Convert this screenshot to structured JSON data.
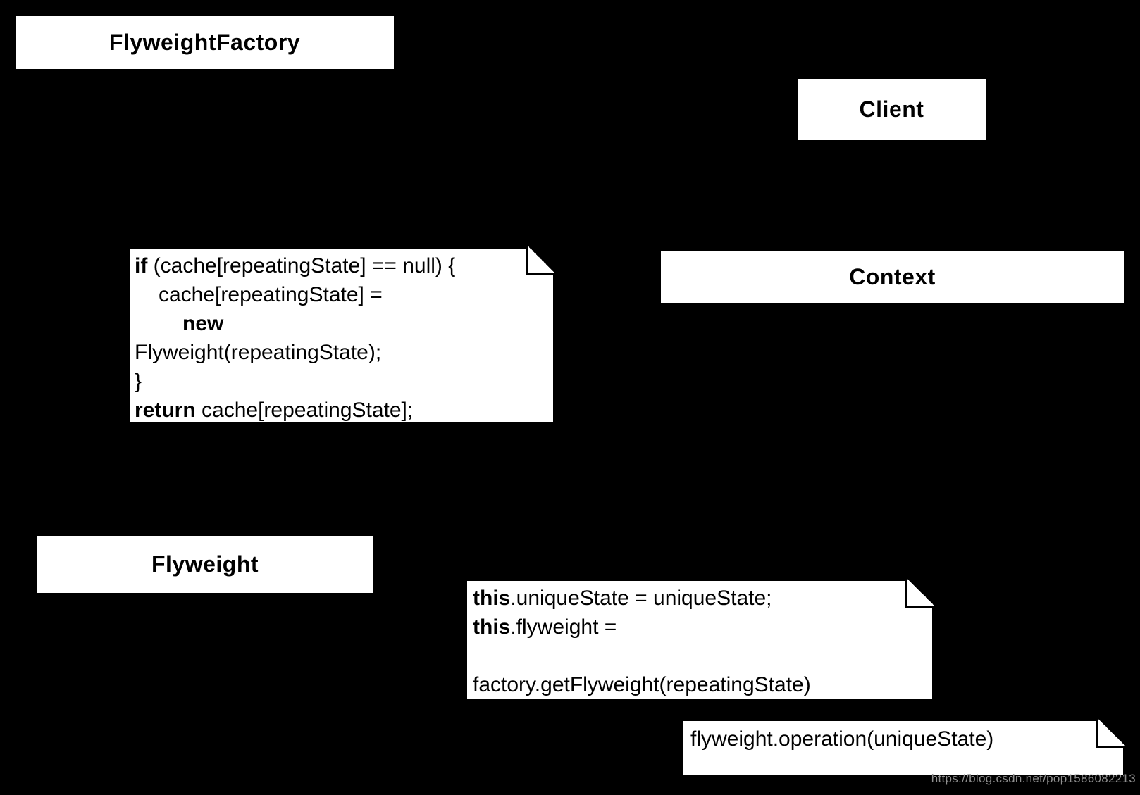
{
  "background_color": "#000000",
  "classes": {
    "flyweight_factory": {
      "label": "FlyweightFactory"
    },
    "client": {
      "label": "Client"
    },
    "context": {
      "label": "Context"
    },
    "flyweight": {
      "label": "Flyweight"
    }
  },
  "notes": {
    "factory_code": {
      "lines": [
        {
          "b": "if",
          "r": " (cache[repeatingState] == null) {"
        },
        {
          "b": "",
          "r": "cache[repeatingState] ="
        },
        {
          "b": "new",
          "r": ""
        },
        {
          "b": "",
          "r": "Flyweight(repeatingState);"
        },
        {
          "b": "",
          "r": "}"
        },
        {
          "b": "return",
          "r": " cache[repeatingState];"
        }
      ]
    },
    "context_code": {
      "lines": [
        {
          "b": "this",
          "r": ".uniqueState = uniqueState;"
        },
        {
          "b": "this",
          "r": ".flyweight ="
        },
        {
          "b": "",
          "r": ""
        },
        {
          "b": "",
          "r": "factory.getFlyweight(repeatingState)"
        }
      ]
    },
    "operation_code": {
      "lines": [
        {
          "b": "",
          "r": "flyweight.operation(uniqueState)"
        }
      ]
    }
  },
  "watermark": {
    "text": "https://blog.csdn.net/pop1586082213",
    "color": "#8f8f8f"
  }
}
